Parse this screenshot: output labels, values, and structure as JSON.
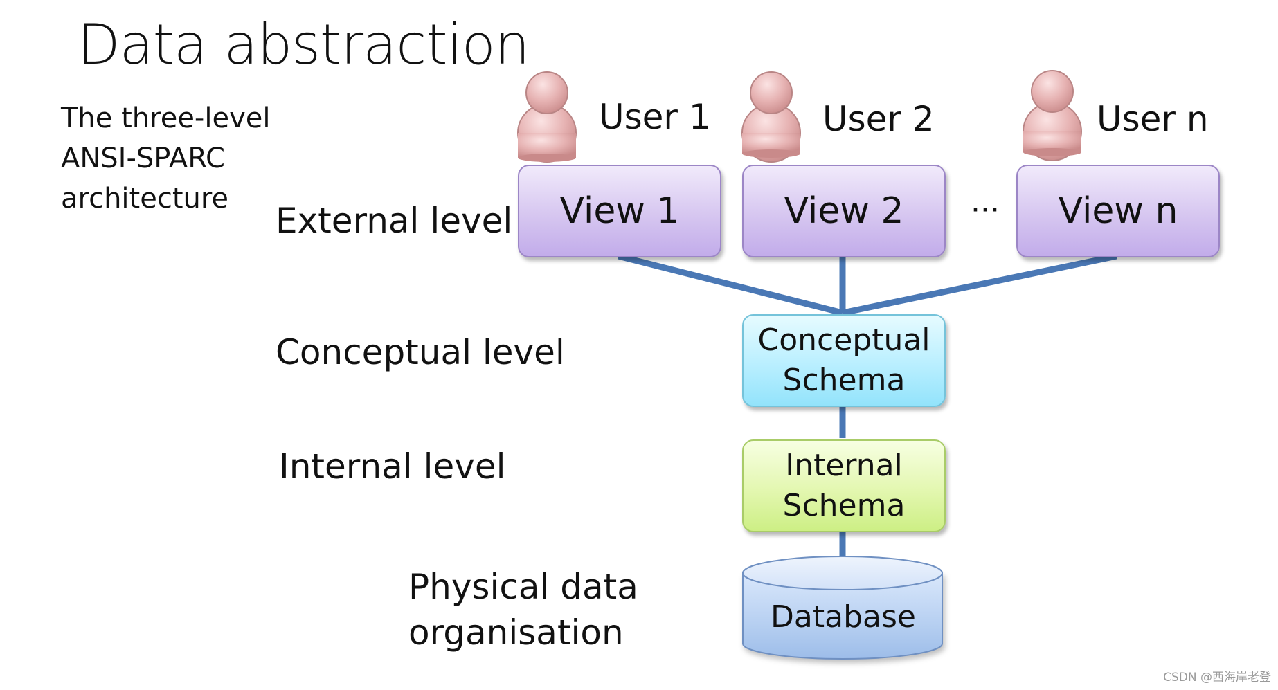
{
  "title": "Data abstraction",
  "subtitle_lines": [
    "The three-level",
    "ANSI-SPARC",
    "architecture"
  ],
  "levels": {
    "external": "External level",
    "conceptual": "Conceptual level",
    "internal": "Internal level",
    "physical_line1": "Physical data",
    "physical_line2": "organisation"
  },
  "users": [
    "User 1",
    "User 2",
    "User n"
  ],
  "views": [
    "View 1",
    "View 2",
    "View n"
  ],
  "ellipsis": "···",
  "conceptual_schema": [
    "Conceptual",
    "Schema"
  ],
  "internal_schema": [
    "Internal",
    "Schema"
  ],
  "database": "Database",
  "watermark": "CSDN @西海岸老登",
  "colors": {
    "connector": "#4a78b5",
    "view_fill": "#d6c6f0",
    "conceptual_fill": "#b9efff",
    "internal_fill": "#e3f7b0",
    "database_fill": "#b6cff1",
    "user_icon": "#e0a8a8"
  }
}
